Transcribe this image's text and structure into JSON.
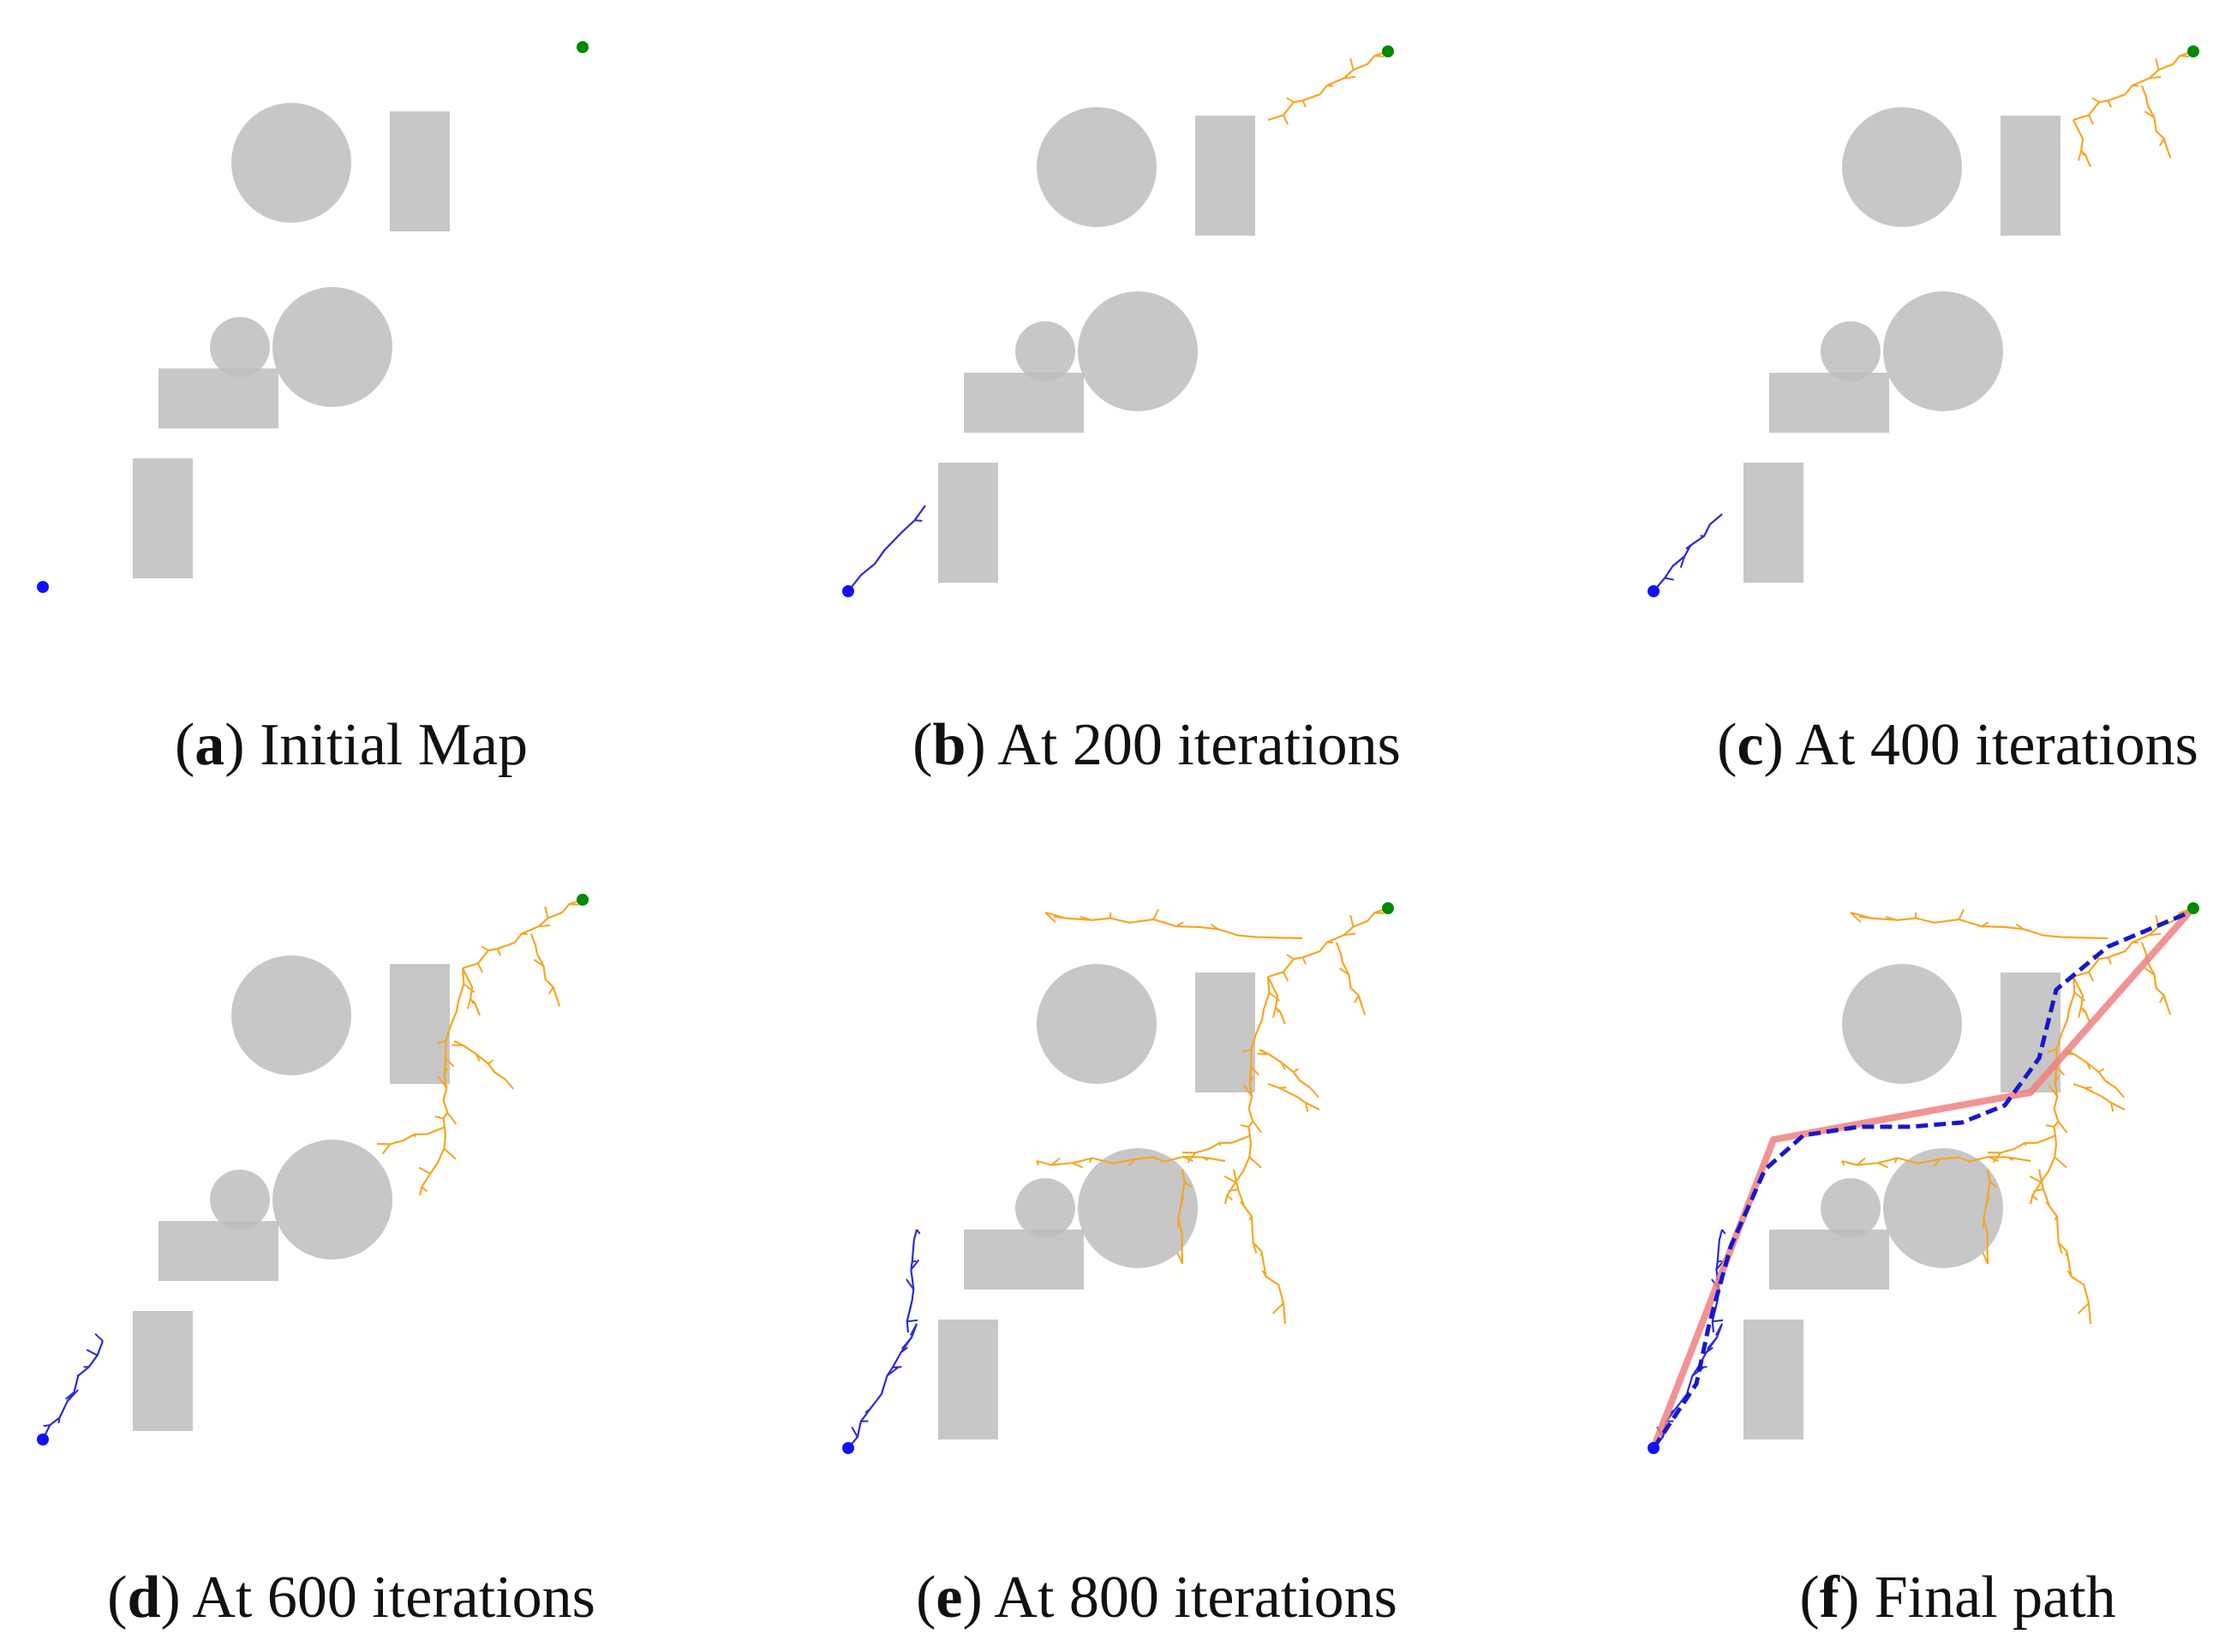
{
  "colors": {
    "obstacle": "#bdbdbd",
    "start": "#1010ff",
    "goal": "#008a00",
    "start_tree": "#2b2bd6",
    "goal_tree": "#f5a623",
    "final_path": "#f08080",
    "smoothed_path": "#1717cc"
  },
  "panels": [
    {
      "letter": "a",
      "text": "Initial Map",
      "iterations": 0
    },
    {
      "letter": "b",
      "text": "At 200 iterations",
      "iterations": 200
    },
    {
      "letter": "c",
      "text": "At 400 iterations",
      "iterations": 400
    },
    {
      "letter": "d",
      "text": "At 600 iterations",
      "iterations": 600
    },
    {
      "letter": "e",
      "text": "At 800 iterations",
      "iterations": 800
    },
    {
      "letter": "f",
      "text": "Final path",
      "iterations": null
    }
  ]
}
